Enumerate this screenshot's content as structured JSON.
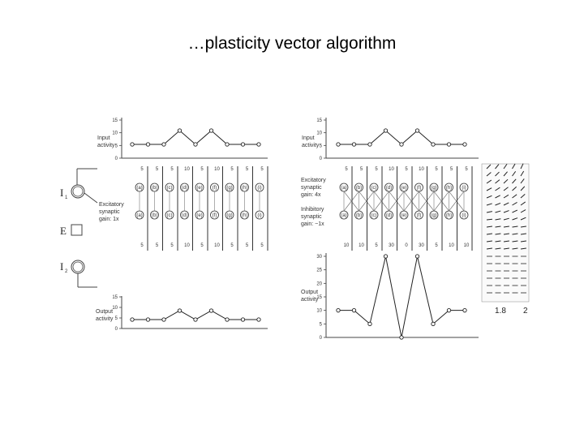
{
  "slide": {
    "title": "…plasticity vector algorithm"
  },
  "left_panel": {
    "input_label": [
      "Input",
      "activity"
    ],
    "output_label": [
      "Output",
      "activity"
    ],
    "excitatory_label": [
      "Excitatory",
      "synaptic",
      "gain: 1x"
    ],
    "circuit_labels": {
      "i1": "I",
      "i1_sub": "1",
      "e": "E",
      "i2": "I",
      "i2_sub": "2"
    },
    "y_ticks_input": [
      "15",
      "10",
      "5",
      "0"
    ],
    "y_ticks_output": [
      "15",
      "10",
      "5",
      "0"
    ],
    "input_values": [
      5,
      5,
      5,
      10,
      5,
      10,
      5,
      5,
      5
    ],
    "output_values": [
      5,
      5,
      5,
      10,
      5,
      10,
      5,
      5,
      5
    ],
    "top_numbers": [
      "5",
      "5",
      "5",
      "10",
      "5",
      "10",
      "5",
      "5",
      "5"
    ],
    "bottom_numbers": [
      "5",
      "5",
      "5",
      "10",
      "5",
      "10",
      "5",
      "5",
      "5"
    ],
    "unit_letters": [
      "a",
      "b",
      "c",
      "d",
      "e",
      "f",
      "g",
      "h",
      "i"
    ]
  },
  "right_panel": {
    "input_label": [
      "Input",
      "activity"
    ],
    "output_label": [
      "Output",
      "activity"
    ],
    "excitatory_label": [
      "Excitatory",
      "synaptic",
      "gain: 4x"
    ],
    "inhibitory_label": [
      "Inhibitory",
      "synaptic",
      "gain: −1x"
    ],
    "y_ticks_input": [
      "15",
      "10",
      "5",
      "0"
    ],
    "y_ticks_output": [
      "30",
      "25",
      "20",
      "15",
      "10",
      "5",
      "0"
    ],
    "input_values": [
      5,
      5,
      5,
      10,
      5,
      10,
      5,
      5,
      5
    ],
    "output_values": [
      10,
      10,
      5,
      30,
      0,
      30,
      5,
      10,
      10
    ],
    "top_numbers": [
      "5",
      "5",
      "5",
      "10",
      "5",
      "10",
      "5",
      "5",
      "5"
    ],
    "bottom_numbers": [
      "10",
      "10",
      "5",
      "30",
      "0",
      "30",
      "5",
      "10",
      "10"
    ],
    "unit_letters": [
      "a",
      "b",
      "c",
      "d",
      "e",
      "f",
      "g",
      "h",
      "i"
    ]
  },
  "vector_field": {
    "x_ticks": [
      "1.8",
      "2"
    ]
  }
}
